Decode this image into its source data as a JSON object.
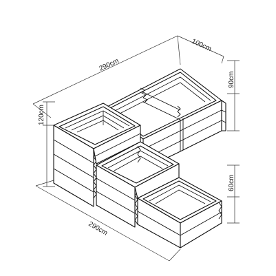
{
  "dimensions": {
    "top_length": "290cm",
    "top_depth": "100cm",
    "right_height_upper": "90cm",
    "right_height_lower": "60cm",
    "left_height": "120cm",
    "bottom_length": "290cm"
  },
  "colors": {
    "stroke": "#111111",
    "dimension": "#333333",
    "background": "#ffffff"
  }
}
